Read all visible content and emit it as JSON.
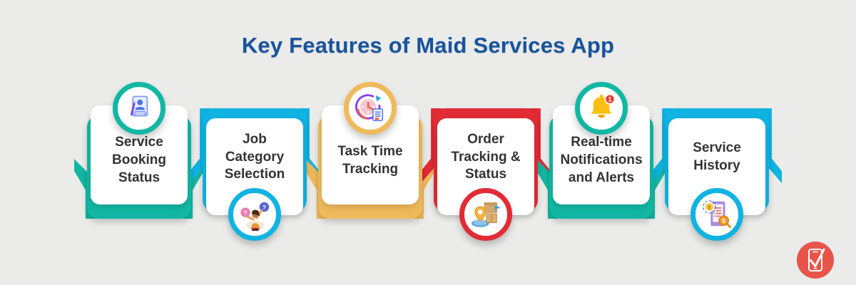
{
  "title": "Key Features of Maid Services App",
  "title_color": "#17549e",
  "background_color": "#ebebe9",
  "features": [
    {
      "label": "Service\nBooking\nStatus",
      "color": "#12b7a3",
      "icon": "service-booking-icon",
      "icon_position": "top"
    },
    {
      "label": "Job\nCategory\nSelection",
      "color": "#10b3e2",
      "icon": "job-category-icon",
      "icon_position": "bottom"
    },
    {
      "label": "Task Time\nTracking",
      "color": "#efba5c",
      "icon": "task-time-icon",
      "icon_position": "top"
    },
    {
      "label": "Order\nTracking &\nStatus",
      "color": "#e12b35",
      "icon": "order-tracking-icon",
      "icon_position": "bottom"
    },
    {
      "label": "Real-time\nNotifications\nand Alerts",
      "color": "#12b7a3",
      "icon": "notifications-bell-icon",
      "icon_position": "top",
      "badge": "1"
    },
    {
      "label": "Service\nHistory",
      "color": "#10b3e2",
      "icon": "service-history-icon",
      "icon_position": "bottom"
    }
  ],
  "glyphs": {
    "question": "?",
    "dollar": "$"
  },
  "logo": {
    "shape": "phone-with-checkmark",
    "color": "#e8544a"
  }
}
